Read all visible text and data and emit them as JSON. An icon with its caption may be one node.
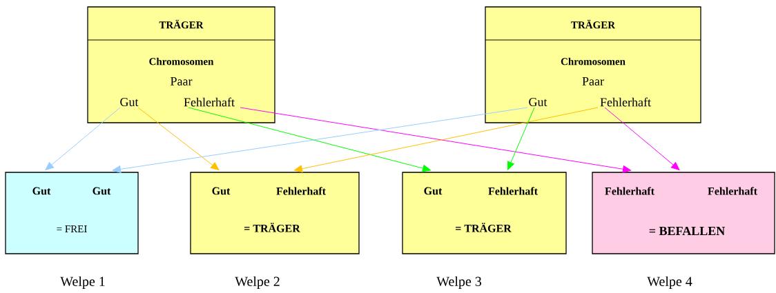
{
  "diagram": {
    "nodes": [
      {
        "text": [
          "TRÄGER",
          "Chromosomen",
          "Paar"
        ]
      },
      {
        "text": [
          "Gut"
        ],
        "in": 0
      },
      {
        "text": [
          "Fehlerhaft"
        ],
        "in": 0
      },
      {
        "text": [
          "TRÄGER",
          "Chromosomen",
          "Paar"
        ]
      },
      {
        "text": [
          "Gut"
        ],
        "in": 3
      },
      {
        "text": [
          "Fehlerhaft"
        ],
        "in": 3
      },
      {
        "text": [
          "Gut",
          "Gut",
          "= FREI"
        ],
        "beside": [
          "Welpe 1"
        ]
      },
      {
        "text": [
          "Gut",
          "Fehlerhaft",
          "= TRÄGER"
        ],
        "beside": [
          "Welpe 2"
        ]
      },
      {
        "text": [
          "Gut",
          "Fehlerhaft",
          "= TRÄGER"
        ],
        "beside": [
          "Welpe 3"
        ]
      },
      {
        "text": [
          "Fehlerhaft",
          "Fehlerhaft",
          "= BEFALLEN"
        ],
        "beside": [
          "Welpe 4"
        ]
      }
    ],
    "edges": [
      {
        "from": 1,
        "to": 6,
        "arrow": "to",
        "color": "#99ccff"
      },
      {
        "from": 1,
        "to": 7,
        "arrow": "to",
        "color": "#ffc000"
      },
      {
        "from": 2,
        "to": 8,
        "arrow": "to",
        "color": "#00ff00"
      },
      {
        "from": 2,
        "to": 9,
        "arrow": "to",
        "color": "#ff00ff"
      },
      {
        "from": 4,
        "to": 6,
        "arrow": "to",
        "color": "#99ccff"
      },
      {
        "from": 4,
        "to": 8,
        "arrow": "to",
        "color": "#00ff00"
      },
      {
        "from": 5,
        "to": 7,
        "arrow": "to",
        "color": "#ffc000"
      },
      {
        "from": 5,
        "to": 9,
        "arrow": "to",
        "color": "#ff00ff"
      }
    ]
  }
}
